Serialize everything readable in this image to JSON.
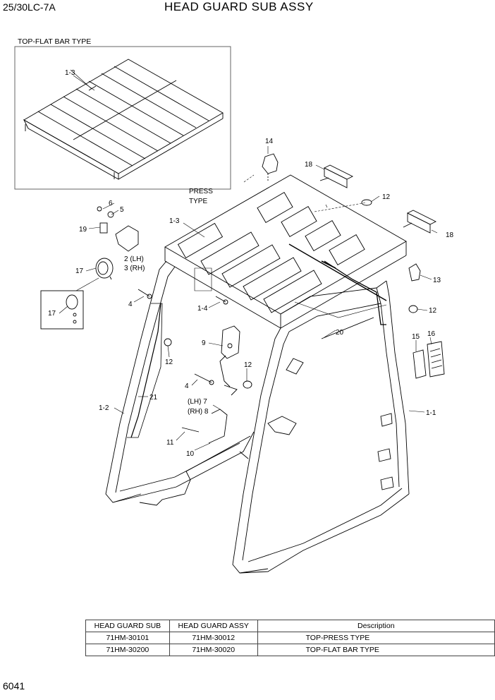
{
  "header": {
    "model": "25/30LC-7A",
    "title": "HEAD GUARD SUB ASSY"
  },
  "page_number": "6041",
  "inset": {
    "title": "TOP-FLAT BAR TYPE",
    "callout": "1-3"
  },
  "press_type": {
    "line1": "PRESS",
    "line2": "TYPE"
  },
  "callouts": {
    "c14": "14",
    "c18a": "18",
    "c18b": "18",
    "c12a": "12",
    "c12b": "12",
    "c12c": "12",
    "c12d": "12",
    "c13": "13",
    "c6": "6",
    "c5": "5",
    "c19": "19",
    "c1_3": "1-3",
    "c2lh": "2 (LH)",
    "c3rh": "3 (RH)",
    "c17a": "17",
    "c17b": "17",
    "c4a": "4",
    "c4b": "4",
    "c1_4": "1-4",
    "c9": "9",
    "c20": "20",
    "c15": "15",
    "c16": "16",
    "c21": "21",
    "c1_2": "1-2",
    "c7": "(LH) 7",
    "c8": "(RH) 8",
    "c1_1": "1-1",
    "c11": "11",
    "c10": "10"
  },
  "table": {
    "headers": [
      "HEAD GUARD SUB",
      "HEAD GUARD ASSY",
      "Description"
    ],
    "rows": [
      [
        "71HM-30101",
        "71HM-30012",
        "TOP-PRESS TYPE"
      ],
      [
        "71HM-30200",
        "71HM-30020",
        "TOP-FLAT BAR TYPE"
      ]
    ]
  }
}
